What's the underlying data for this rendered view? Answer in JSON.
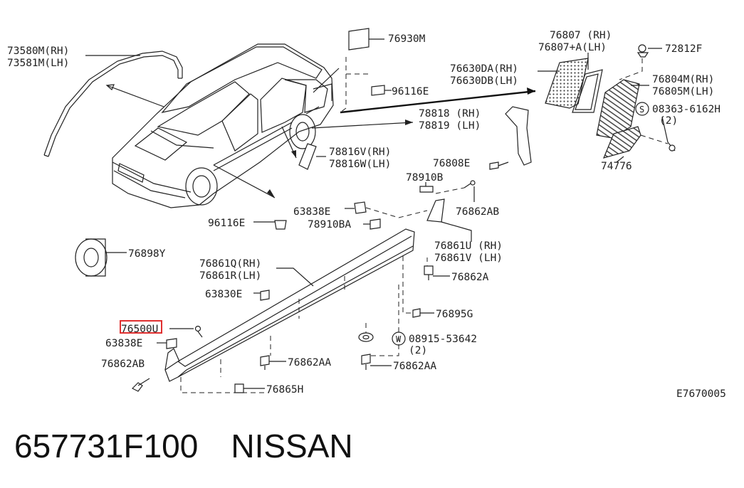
{
  "callouts": {
    "c73580": "73580M(RH)",
    "c73581": "73581M(LH)",
    "c76930": "76930M",
    "c96116a": "96116E",
    "c76807": "76807 (RH)",
    "c76807a": "76807+A(LH)",
    "c72812": "72812F",
    "c76630da": "76630DA(RH)",
    "c76630db": "76630DB(LH)",
    "c76804": "76804M(RH)",
    "c76805": "76805M(LH)",
    "c08363": "08363-6162H",
    "c08363q": "(2)",
    "c78818": "78818 (RH)",
    "c78819": "78819 (LH)",
    "c74776": "74776",
    "c78816v": "78816V(RH)",
    "c78816w": "78816W(LH)",
    "c76808": "76808E",
    "c78910b": "78910B",
    "c63838a": "63838E",
    "c76862ab1": "76862AB",
    "c96116b": "96116E",
    "c78910ba": "78910BA",
    "c76861u": "76861U (RH)",
    "c76861v": "76861V (LH)",
    "c76898": "76898Y",
    "c76861q": "76861Q(RH)",
    "c76861r": "76861R(LH)",
    "c76862a": "76862A",
    "c63830": "63830E",
    "c76895": "76895G",
    "c76500": "76500U",
    "c08915": "08915-53642",
    "c08915q": "(2)",
    "c63838b": "63838E",
    "c76862aa1": "76862AA",
    "c76862aa2": "76862AA",
    "c76862ab2": "76862AB",
    "c76865": "76865H",
    "code": "E7670005",
    "s": "S",
    "w": "W"
  },
  "footer": {
    "part_number": "657731F100",
    "brand": "NISSAN"
  },
  "colors": {
    "highlight": "#e03030",
    "ink": "#222222"
  }
}
